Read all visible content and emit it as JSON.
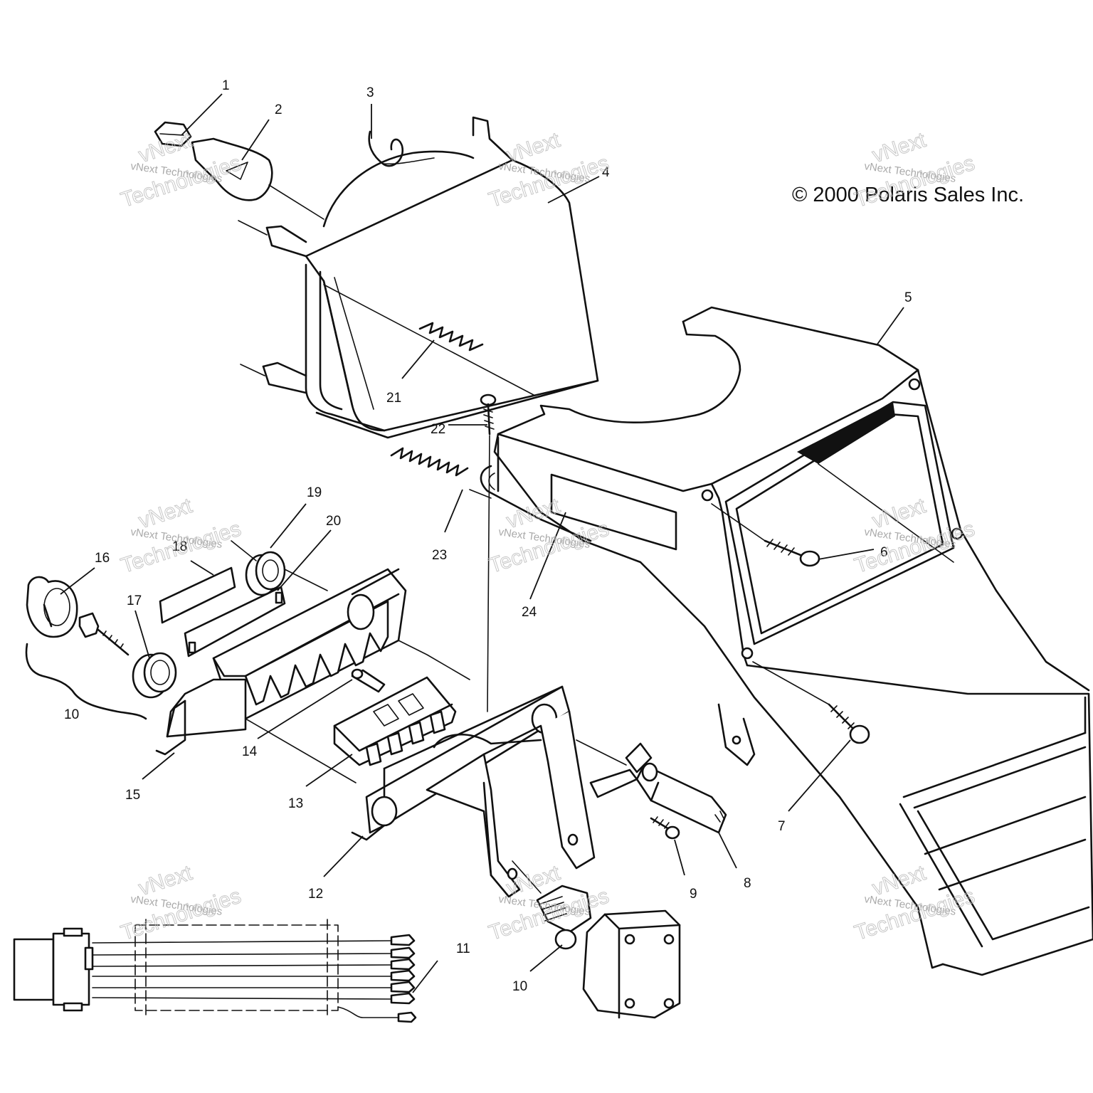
{
  "copyright": "© 2000 Polaris Sales Inc.",
  "watermark": {
    "line1": "vNext",
    "line2": "vNext Technologies",
    "line3": "Technologies"
  },
  "callouts": [
    "1",
    "2",
    "3",
    "4",
    "5",
    "6",
    "7",
    "8",
    "9",
    "10",
    "10",
    "11",
    "12",
    "13",
    "14",
    "15",
    "16",
    "17",
    "18",
    "19",
    "20",
    "21",
    "22",
    "23",
    "24"
  ]
}
